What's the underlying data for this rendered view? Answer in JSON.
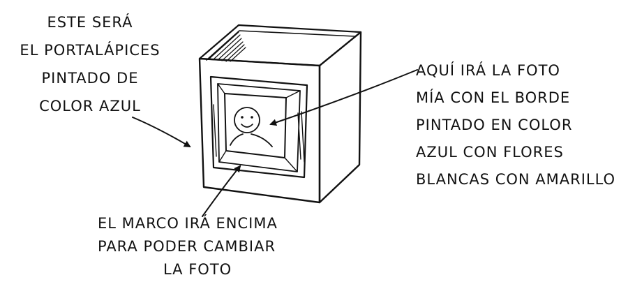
{
  "labels": {
    "left": [
      "ESTE SERÁ",
      "EL PORTALÁPICES",
      "PINTADO DE",
      "COLOR AZUL"
    ],
    "right": [
      "AQUÍ IRÁ LA FOTO",
      "MÍA CON EL BORDE",
      "PINTADO EN COLOR",
      "AZUL CON FLORES",
      "BLANCAS CON AMARILLO"
    ],
    "bottom": [
      "EL MARCO IRÁ ENCIMA",
      "PARA PODER CAMBIAR",
      "LA FOTO"
    ]
  },
  "colors": {
    "ink": "#111111",
    "paper": "#ffffff"
  },
  "icons": [
    "pencil-holder-box",
    "photo-frame",
    "smiley-face-photo",
    "arrow-left-label",
    "arrow-right-label",
    "arrow-bottom-label"
  ]
}
